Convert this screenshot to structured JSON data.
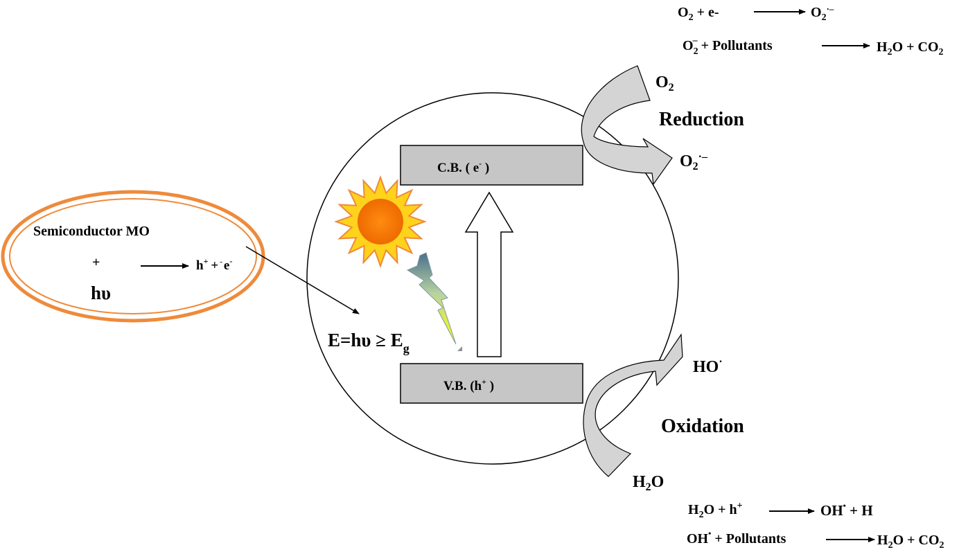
{
  "colors": {
    "ellipse_orange": "#ef8a3a",
    "band_fill": "#c6c6c6",
    "sun_orange": "#f27a07",
    "sun_ray_yellow": "#ffd21c",
    "curve_arrow_fill": "#d4d4d4",
    "lightning_top": "#4a6f8d",
    "lightning_bottom": "#ffff00"
  },
  "left_ellipse": {
    "line1": "Semiconductor MO",
    "plus": "+",
    "product_h": "h",
    "product_h_sup": "+",
    "product_plus": "+",
    "product_e_sup": "-",
    "product_e": "e",
    "product_e_end_sup": "-",
    "photon": "hυ"
  },
  "conduction_band": {
    "prefix": "C.B. ( e",
    "sup": "-",
    "suffix": " )"
  },
  "valence_band": {
    "prefix": "V.B. (h",
    "sup": "+",
    "suffix": " )"
  },
  "energy_label": {
    "main": "E=hυ ≥ E",
    "sub": "g"
  },
  "reduction": {
    "label": "Reduction",
    "reactant": "O",
    "reactant_sub": "2",
    "product": "O",
    "product_sub": "2",
    "product_sup": "·–"
  },
  "oxidation": {
    "label": "Oxidation",
    "reactant": "H",
    "reactant_sub": "2",
    "reactant_end": "O",
    "product": "HO",
    "product_sup": "·"
  },
  "top_equations": {
    "eq1_left": "O",
    "eq1_left_sub": "2",
    "eq1_left_rest": "  + e-",
    "eq1_right": "O",
    "eq1_right_sub": "2",
    "eq1_right_sup": "·–",
    "eq2_left": "O",
    "eq2_left_sub": "2",
    "eq2_left_sup": "–",
    "eq2_mid": "  + Pollutants",
    "eq2_right": "H",
    "eq2_right_sub": "2",
    "eq2_right_rest": "O + CO",
    "eq2_right_sub2": "2"
  },
  "bottom_equations": {
    "eq1_left": "H",
    "eq1_left_sub": "2",
    "eq1_left_rest": "O + h",
    "eq1_left_sup": "+",
    "eq1_right": "OH",
    "eq1_right_sup": "•",
    "eq1_right_rest": " + H",
    "eq2_left": "OH",
    "eq2_left_sup": "•",
    "eq2_left_rest": " + Pollutants",
    "eq2_right": "H",
    "eq2_right_sub": "2",
    "eq2_right_rest": "O + CO",
    "eq2_right_sub2": "2"
  }
}
